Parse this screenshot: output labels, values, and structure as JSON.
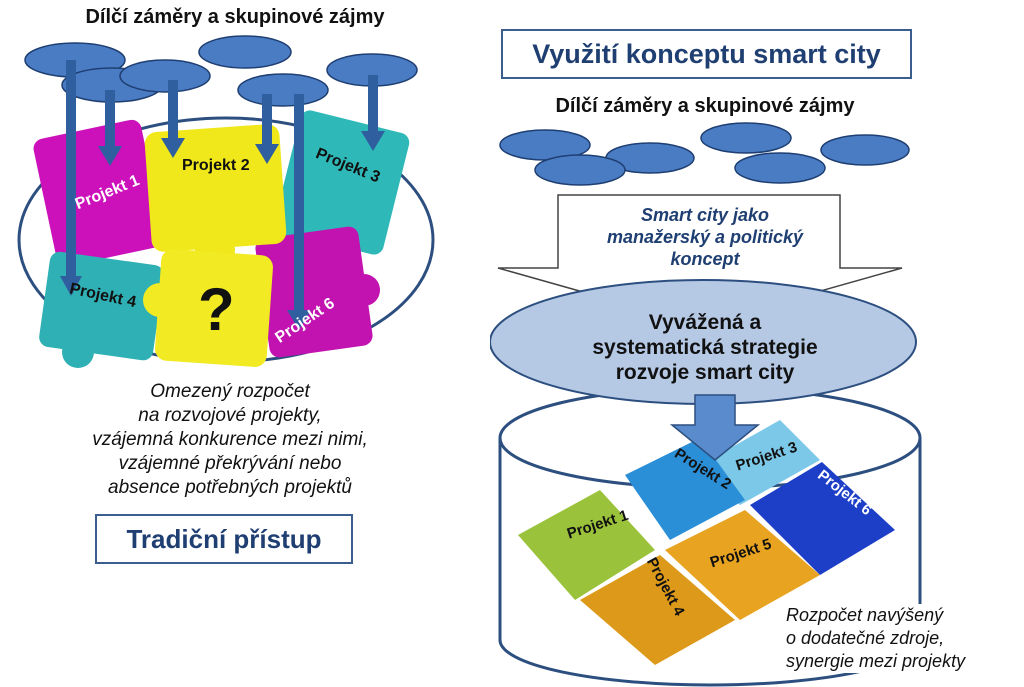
{
  "left": {
    "heading": "Dílčí záměry a skupinové zájmy",
    "projects": [
      "Projekt 1",
      "Projekt 2",
      "Projekt 3",
      "Projekt 4",
      "Projekt 6"
    ],
    "question_mark": "?",
    "note_lines": [
      "Omezený rozpočet",
      "na rozvojové projekty,",
      "vzájemná konkurence mezi nimi,",
      "vzájemné překrývání nebo",
      "absence potřebných projektů"
    ],
    "approach_label": "Tradiční přístup"
  },
  "right": {
    "title": "Využití konceptu smart city",
    "heading": "Dílčí záměry a skupinové zájmy",
    "concept_lines": [
      "Smart city jako",
      "manažerský a politický",
      "koncept"
    ],
    "strategy_lines": [
      "Vyvážená a",
      "systematická strategie",
      "rozvoje smart city"
    ],
    "projects": [
      "Projekt 1",
      "Projekt 2",
      "Projekt 3",
      "Projekt 4",
      "Projekt 5",
      "Projekt 6"
    ],
    "budget_lines": [
      "Rozpočet navýšený",
      "o dodatečné zdroje,",
      "synergie mezi projekty"
    ]
  },
  "colors": {
    "ellipse_fill": "#4a7cc4",
    "arrow": "#2f5f9f",
    "magenta": "#cc11bb",
    "yellow": "#f0e81a",
    "teal": "#2fb8b8",
    "green": "#9ac23a",
    "orange": "#e8a320",
    "blue": "#2b8fd8",
    "lightblue": "#7cc8e8",
    "darkblue": "#1d3fc8"
  }
}
